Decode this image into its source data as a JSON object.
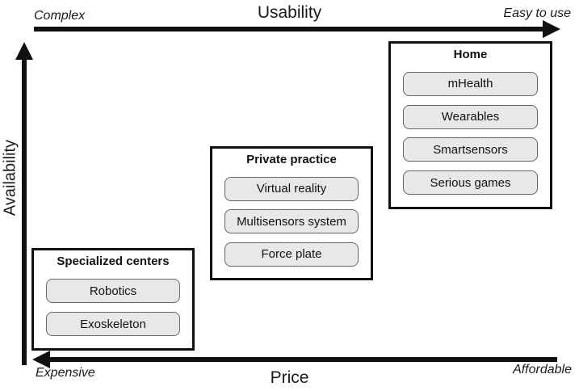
{
  "axes": {
    "top": {
      "title": "Usability",
      "left_label": "Complex",
      "right_label": "Easy to use"
    },
    "left": {
      "title": "Availability"
    },
    "bottom": {
      "title": "Price",
      "left_label": "Expensive",
      "right_label": "Affordable"
    }
  },
  "groups": [
    {
      "title": "Specialized centers",
      "items": [
        "Robotics",
        "Exoskeleton"
      ]
    },
    {
      "title": "Private practice",
      "items": [
        "Virtual reality",
        "Multisensors system",
        "Force plate"
      ]
    },
    {
      "title": "Home",
      "items": [
        "mHealth",
        "Wearables",
        "Smartsensors",
        "Serious games"
      ]
    }
  ],
  "colors": {
    "arrow": "#111111",
    "box_border": "#111111",
    "item_fill": "#e8e8e8",
    "item_border": "#646464"
  }
}
